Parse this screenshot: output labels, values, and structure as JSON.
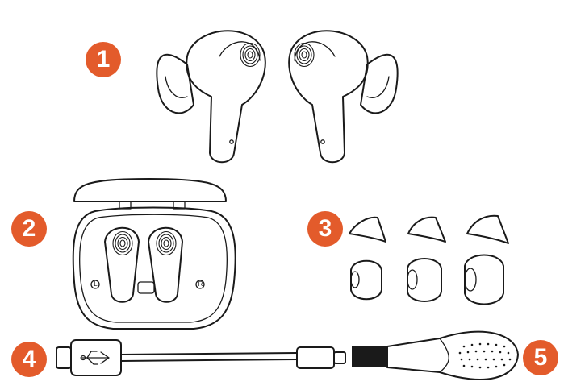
{
  "items": [
    {
      "number": "1",
      "icon": "earbuds-pair-icon"
    },
    {
      "number": "2",
      "icon": "charging-case-icon"
    },
    {
      "number": "3",
      "icon": "ear-tips-icon"
    },
    {
      "number": "4",
      "icon": "usb-c-cable-icon"
    },
    {
      "number": "5",
      "icon": "cleaning-brush-icon"
    }
  ],
  "case_labels": {
    "left": "L",
    "right": "R"
  },
  "colors": {
    "badge": "#e35b2b",
    "line": "#1a1a1a",
    "background": "#ffffff"
  }
}
